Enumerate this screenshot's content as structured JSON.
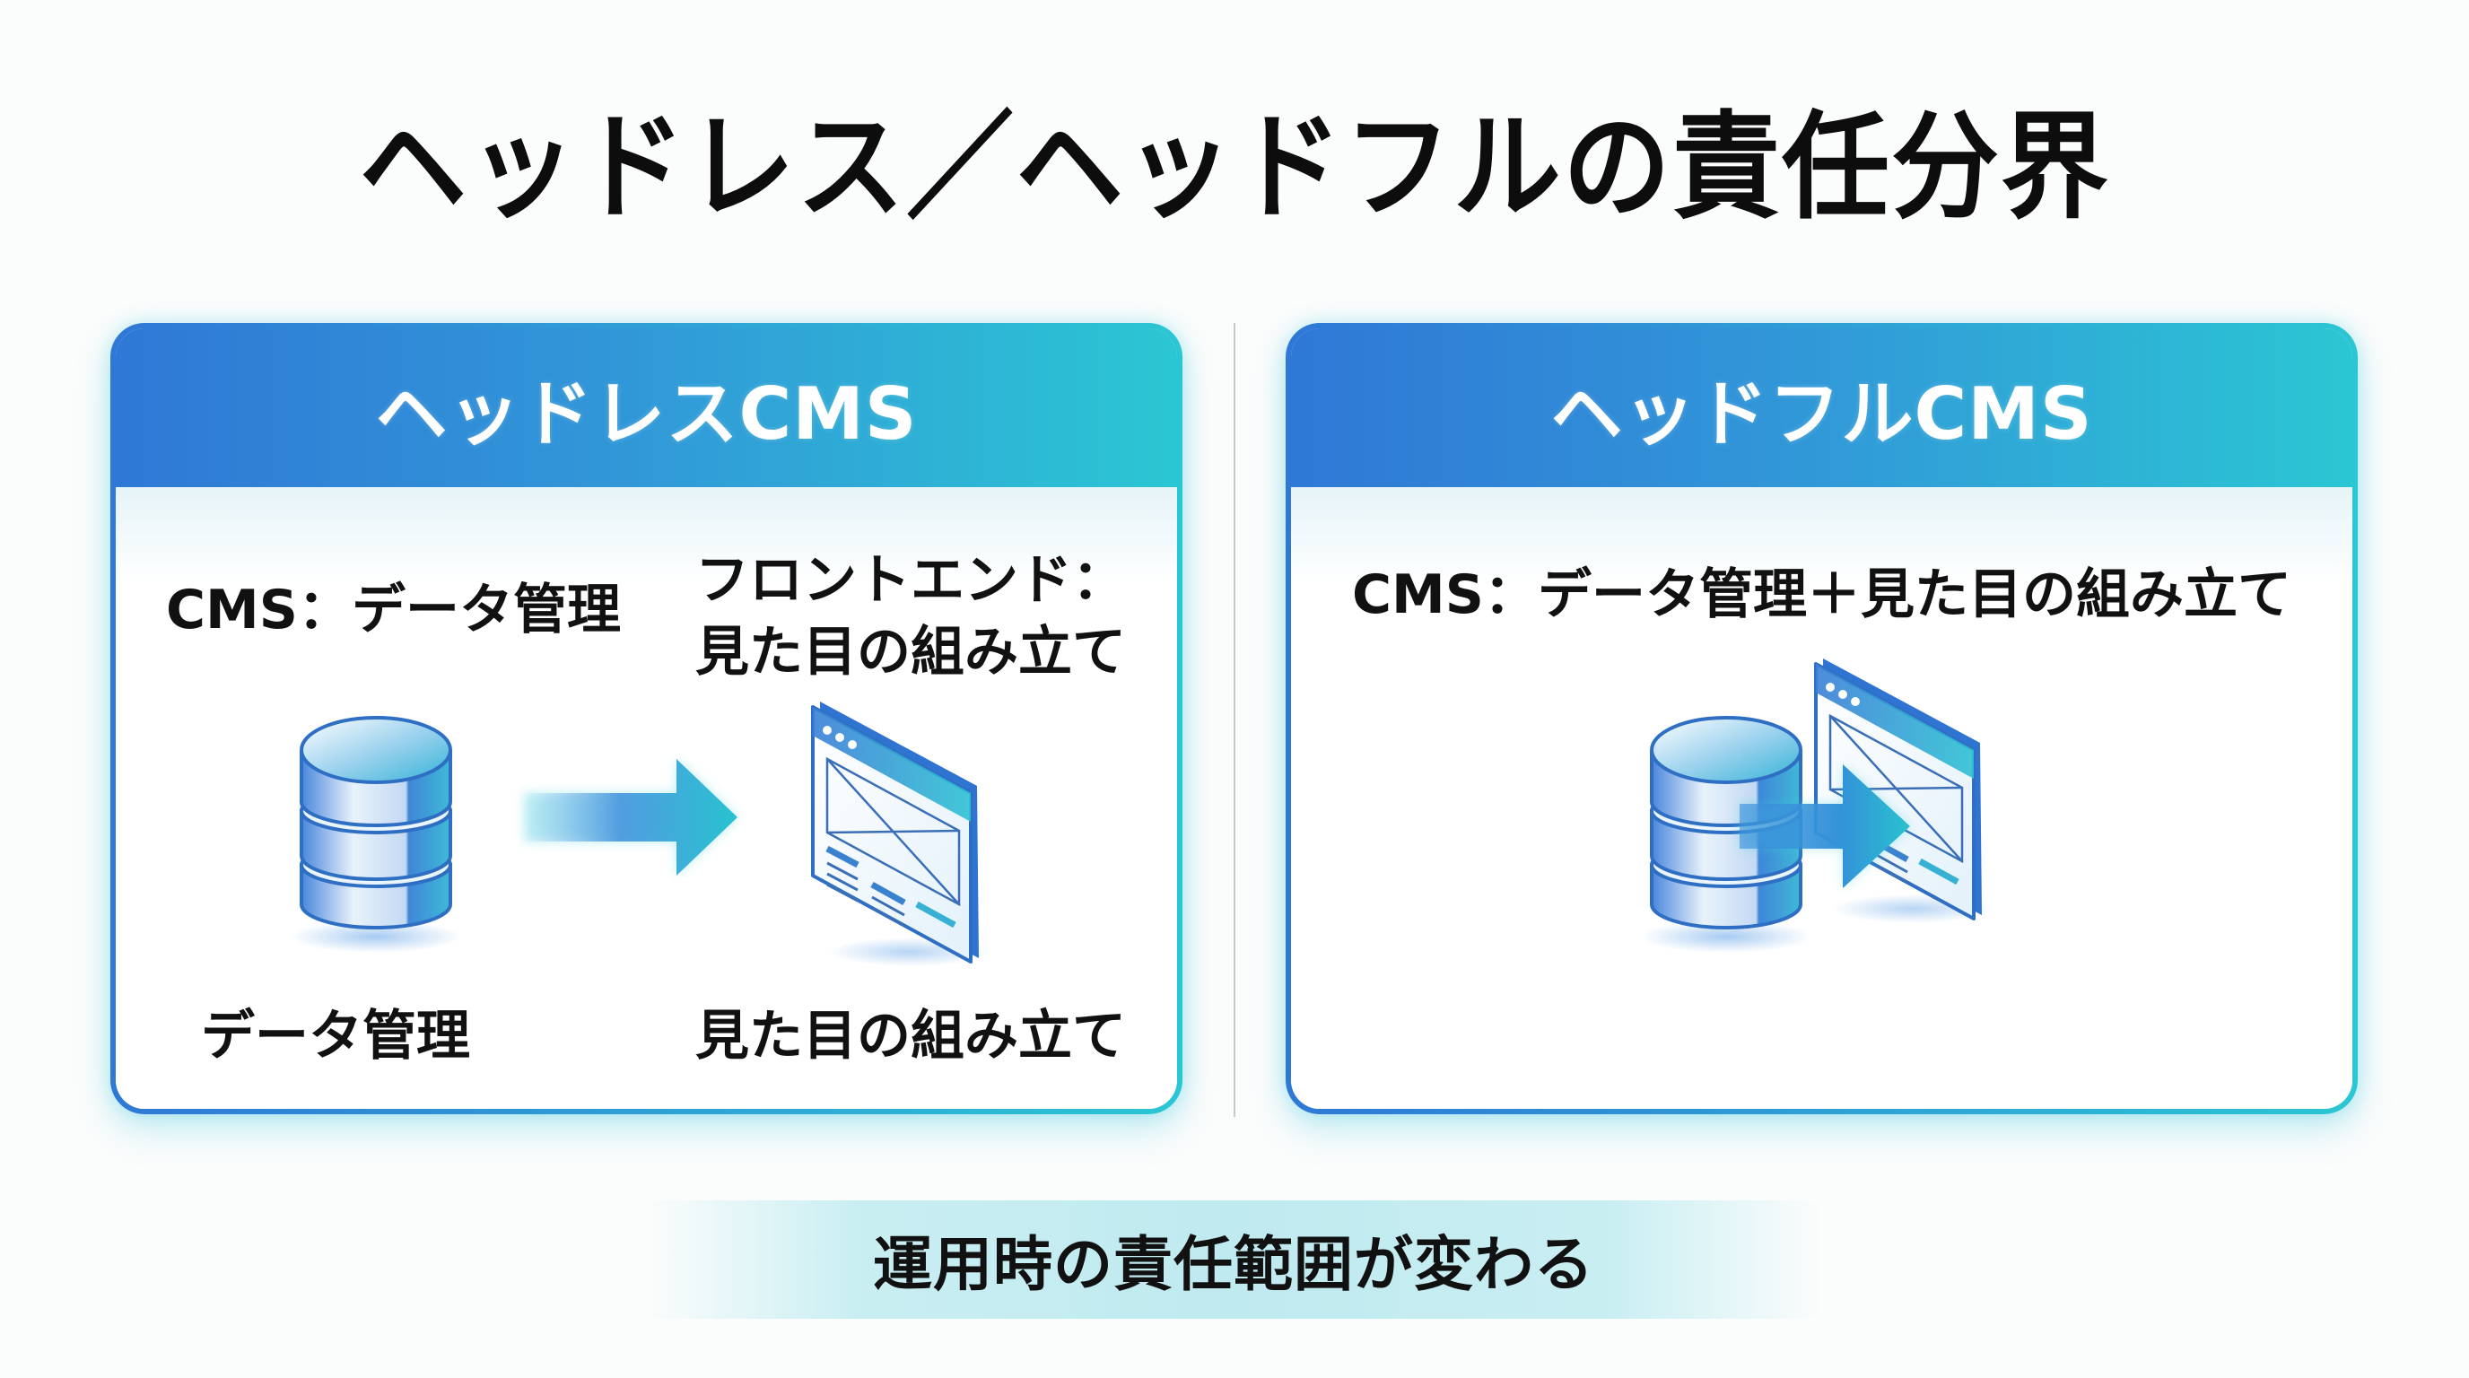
{
  "title": "ヘッドレス／ヘッドフルの責任分界",
  "colors": {
    "accent_blue": "#2f78d6",
    "accent_cyan": "#2bc6d3",
    "text": "#111111",
    "divider": "#c7c9cb",
    "banner": "#c9eef2"
  },
  "headless": {
    "header": "ヘッドレスCMS",
    "cms_role": "CMS：データ管理",
    "frontend_role_line1": "フロントエンド：",
    "frontend_role_line2": "見た目の組み立て",
    "icons": [
      "database-icon",
      "arrow-right-icon",
      "browser-window-icon"
    ],
    "label_left": "データ管理",
    "label_right": "見た目の組み立て"
  },
  "headful": {
    "header": "ヘッドフルCMS",
    "cms_role": "CMS：データ管理＋見た目の組み立て",
    "icons": [
      "database-icon",
      "arrow-right-icon",
      "browser-window-icon"
    ]
  },
  "footer": {
    "banner": "運用時の責任範囲が変わる"
  }
}
